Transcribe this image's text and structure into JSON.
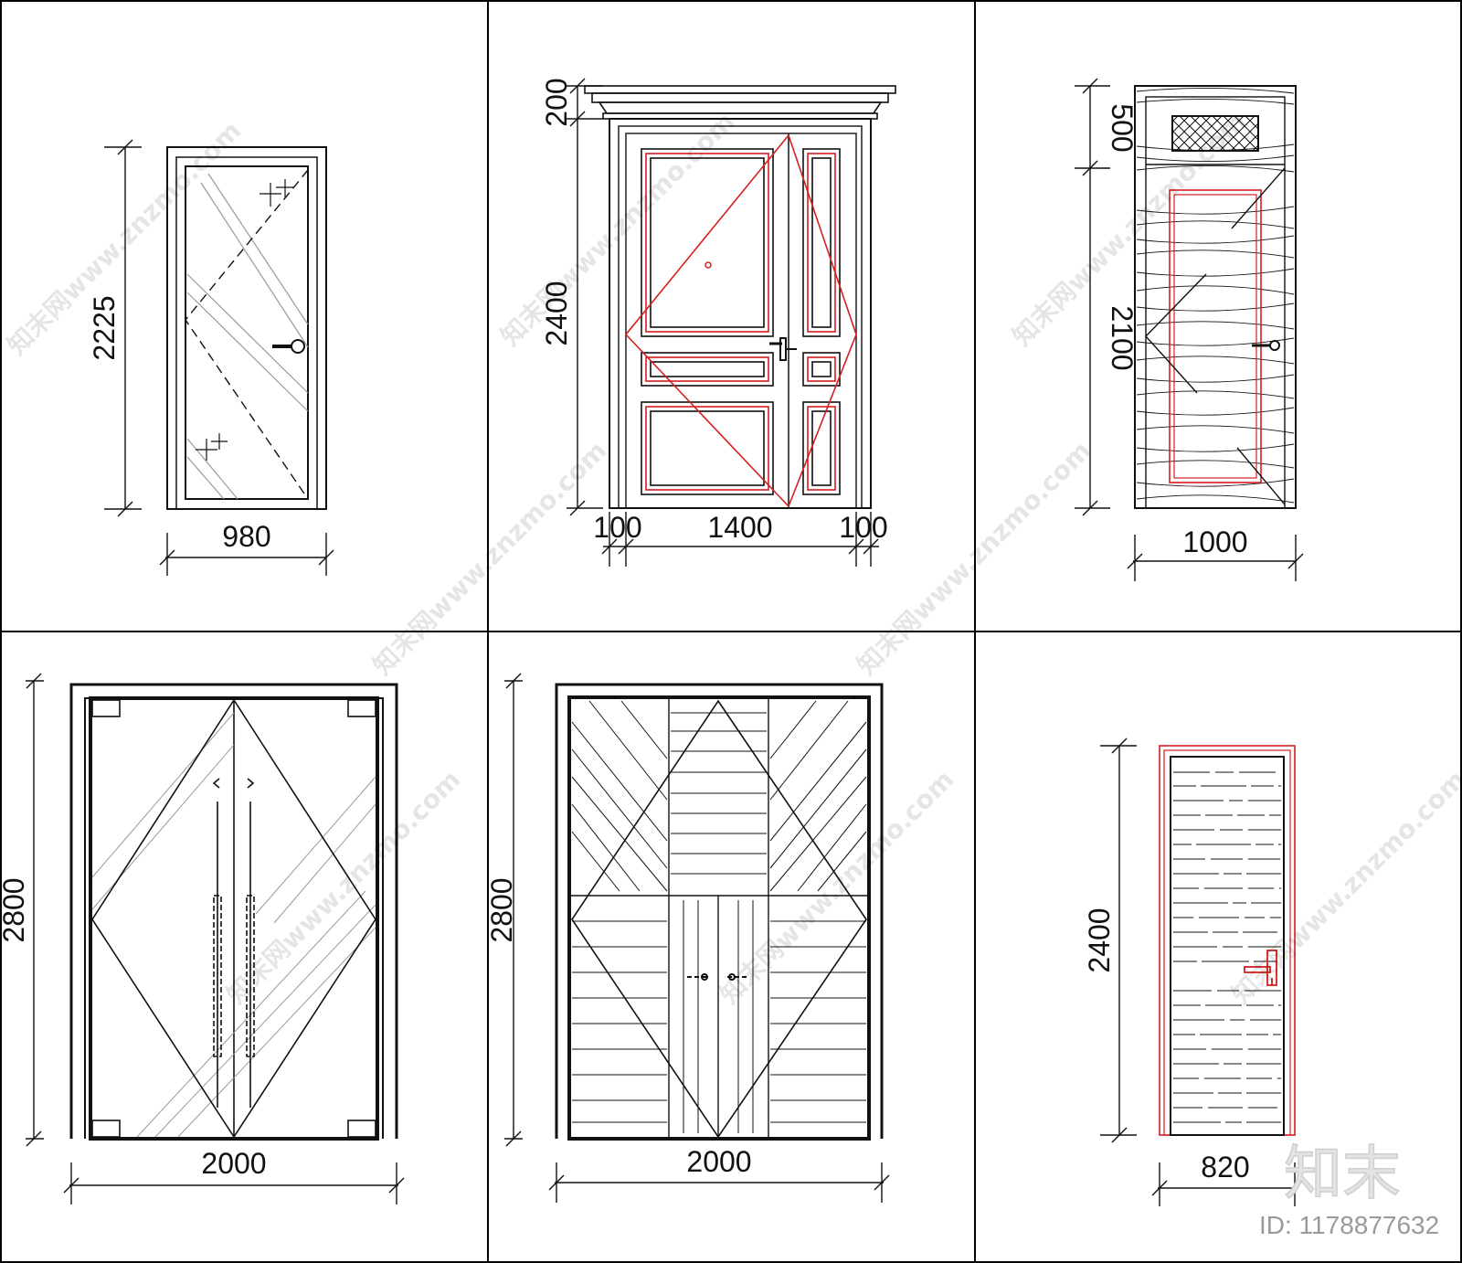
{
  "drawings": [
    {
      "id": "glass-door",
      "dims": {
        "height": "2225",
        "width": "980"
      }
    },
    {
      "id": "classic-panel-door",
      "dims": {
        "cornice": "200",
        "height": "2400",
        "left_frame": "100",
        "width": "1400",
        "right_frame": "100"
      }
    },
    {
      "id": "wood-door-transom",
      "dims": {
        "transom": "500",
        "height": "2100",
        "width": "1000"
      }
    },
    {
      "id": "double-glass-door",
      "dims": {
        "height": "2800",
        "width": "2000"
      }
    },
    {
      "id": "double-wood-door",
      "dims": {
        "height": "2800",
        "width": "2000"
      }
    },
    {
      "id": "narrow-wood-door",
      "dims": {
        "height": "2400",
        "width": "820"
      }
    }
  ],
  "watermark": {
    "text": "知末网www.znzmo.com",
    "logo": "知末",
    "id_label": "ID: 1178877632"
  },
  "colors": {
    "line": "#111111",
    "accent": "#d42020",
    "grid": "#000000",
    "watermark": "#e3e3e3"
  }
}
